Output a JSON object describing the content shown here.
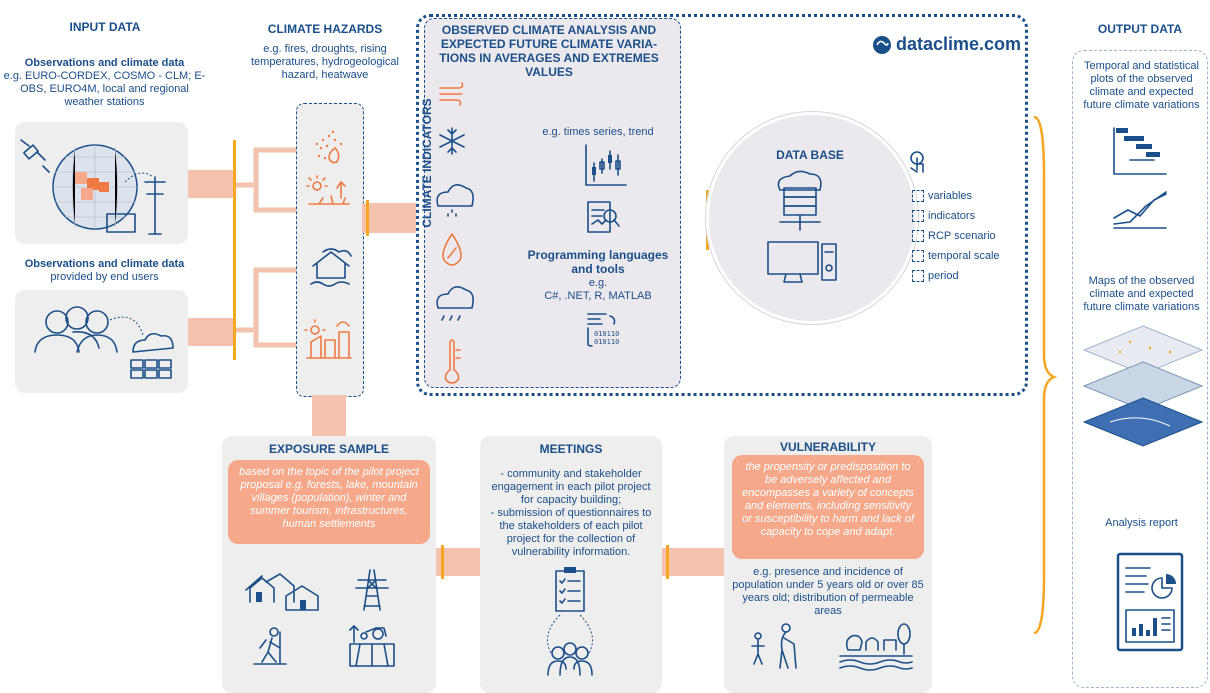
{
  "input": {
    "title": "INPUT DATA",
    "obs_title": "Observations and climate data",
    "obs_text": "e.g. EURO-CORDEX, COSMO - CLM; E-OBS, EURO4M, local and regional weather stations",
    "users_title": "Observations and climate data",
    "users_text": "provided by end users"
  },
  "hazards": {
    "title": "CLIMATE HAZARDS",
    "text": "e.g. fires, droughts, rising temperatures, hydrogeological hazard, heatwave"
  },
  "analysis": {
    "title": "OBSERVED CLIMATE ANALYSIS AND EXPECTED FUTURE CLIMATE VARIA-TIONS IN AVERAGES AND EXTREMES VALUES",
    "indicators_label": "CLIMATE INDICATORS",
    "series_text": "e.g. times series, trend",
    "prog_title": "Programming languages and tools",
    "prog_eg": "e.g.",
    "prog_text": "C#, .NET, R, MATLAB"
  },
  "brand": "dataclime.com",
  "database": {
    "title": "DATA BASE",
    "options": [
      "variables",
      "indicators",
      "RCP scenario",
      "temporal scale",
      "period"
    ]
  },
  "output": {
    "title": "OUTPUT DATA",
    "plots_text": "Temporal and statistical plots of the observed climate and expected future climate variations",
    "maps_text": "Maps of the observed climate and expected future climate variations",
    "report_text": "Analysis report"
  },
  "exposure": {
    "title": "EXPOSURE SAMPLE",
    "text": "based on the topic of the pilot project proposal e.g. forests, lake, mountain villages (population), winter and summer tourism, infrastructures, human settlements"
  },
  "meetings": {
    "title": "MEETINGS",
    "text": "- community and stakeholder engagement in each pilot project for capacity building;\n- submission of questionnaires to the stakeholders of each pilot project for the collection of vulnerability information."
  },
  "vulnerability": {
    "title": "VULNERABILITY",
    "definition": "the propensity or predisposition to be adversely affected and encompasses a variety of concepts and elements, including sensitivity or susceptibility to harm and lack of capacity to cope and adapt.",
    "example": "e.g. presence and incidence of population under 5 years old or over 85 years old; distribution of permeable areas"
  },
  "colors": {
    "navy": "#1b4f8a",
    "orange": "#f5a623",
    "salmon": "#f5c3ad",
    "coral": "#f07a43",
    "gray": "#eeeeee"
  }
}
